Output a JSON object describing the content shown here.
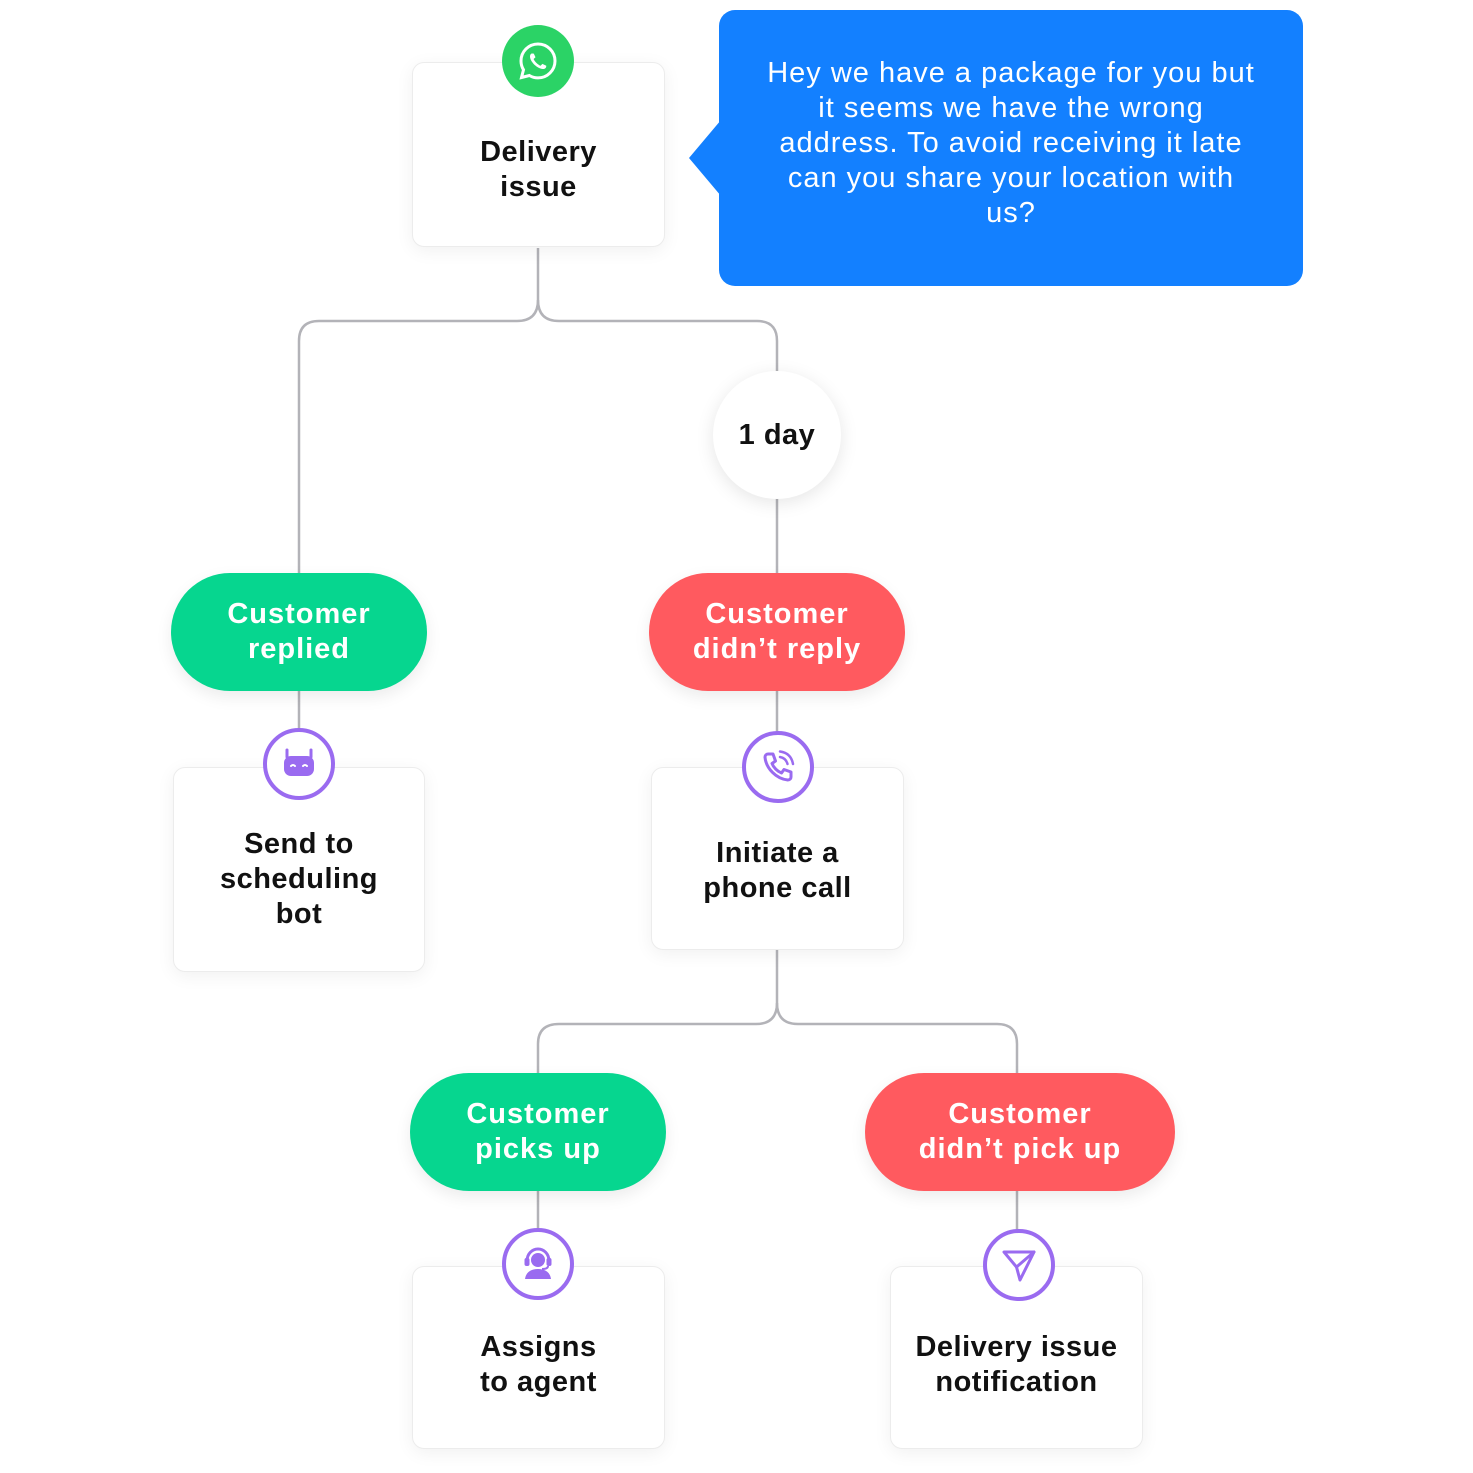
{
  "colors": {
    "connector": "#b3b3b8",
    "green": "#06d68f",
    "red": "#ff5a5f",
    "purple": "#9a6bf0",
    "whatsapp": "#2bd366",
    "bubble": "#1380ff"
  },
  "trigger": {
    "icon": "whatsapp-icon",
    "label": "Delivery\nissue"
  },
  "message_bubble": {
    "text": "Hey we have a package for you but it seems we have the wrong address. To avoid receiving it late can you share your location with us?"
  },
  "wait": {
    "label": "1 day"
  },
  "branches": {
    "customer_replied": {
      "label": "Customer\nreplied",
      "action_icon": "robot-icon",
      "action_label": "Send to\nscheduling\nbot"
    },
    "customer_didnt_reply": {
      "label": "Customer\ndidn’t reply",
      "action_icon": "phone-call-icon",
      "action_label": "Initiate a\nphone call"
    },
    "customer_picks_up": {
      "label": "Customer\npicks up",
      "action_icon": "agent-headset-icon",
      "action_label": "Assigns\nto agent"
    },
    "customer_didnt_pick_up": {
      "label": "Customer\ndidn’t pick up",
      "action_icon": "send-icon",
      "action_label": "Delivery issue\nnotification"
    }
  }
}
